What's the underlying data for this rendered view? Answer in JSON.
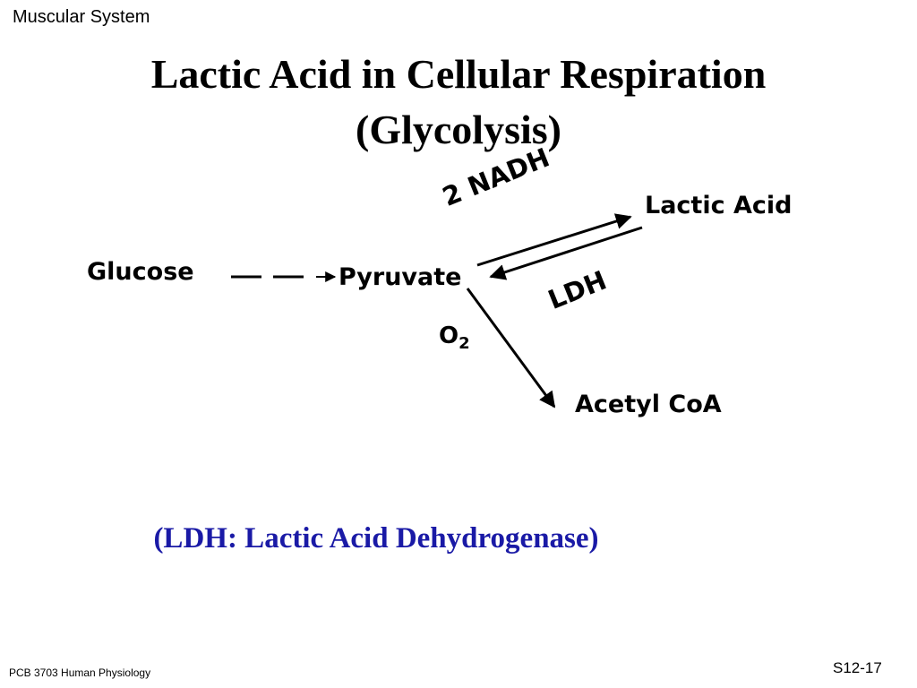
{
  "slide": {
    "header": "Muscular System",
    "title_line1": "Lactic Acid in Cellular Respiration",
    "title_line2": "(Glycolysis)",
    "footnote": "(LDH: Lactic Acid Dehydrogenase)",
    "footer": "PCB 3703 Human Physiology",
    "slide_number": "S12-17"
  },
  "diagram": {
    "glucose": "Glucose",
    "pyruvate": "Pyruvate",
    "lactic_acid": "Lactic Acid",
    "acetyl_coa": "Acetyl CoA",
    "nadh": "2 NADH",
    "ldh": "LDH",
    "o2_base": "O",
    "o2_sub": "2"
  },
  "colors": {
    "footnote": "#1a1aa6",
    "text": "#000000"
  }
}
